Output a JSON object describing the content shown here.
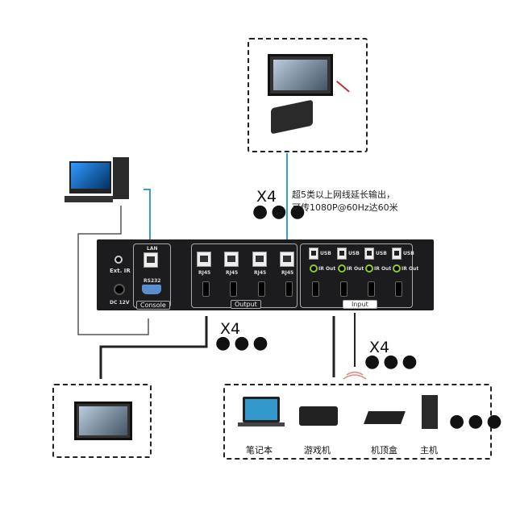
{
  "top_note": {
    "multiplier": "X4",
    "line1": "超5类以上网线延长输出，",
    "line2": "可传1080P@60Hz达60米"
  },
  "output_multiplier": "X4",
  "input_multiplier": "X4",
  "panel": {
    "ext_ir": "Ext. IR",
    "dc": "DC 12V",
    "lan": "LAN",
    "rs232": "RS232",
    "console": "Console",
    "rj45_labels": [
      "RJ45",
      "RJ45",
      "RJ45",
      "RJ45"
    ],
    "output": "Output",
    "usb_labels": [
      "USB",
      "USB",
      "USB",
      "USB"
    ],
    "ir_out_labels": [
      "IR Out",
      "IR Out",
      "IR Out",
      "IR Out"
    ],
    "input": "Input"
  },
  "sources": [
    "笔记本",
    "游戏机",
    "机顶盒",
    "主机"
  ],
  "colors": {
    "cable_blue": "#3a9ad9",
    "panel": "#1c1c1e",
    "ir_green": "#88cc33"
  }
}
